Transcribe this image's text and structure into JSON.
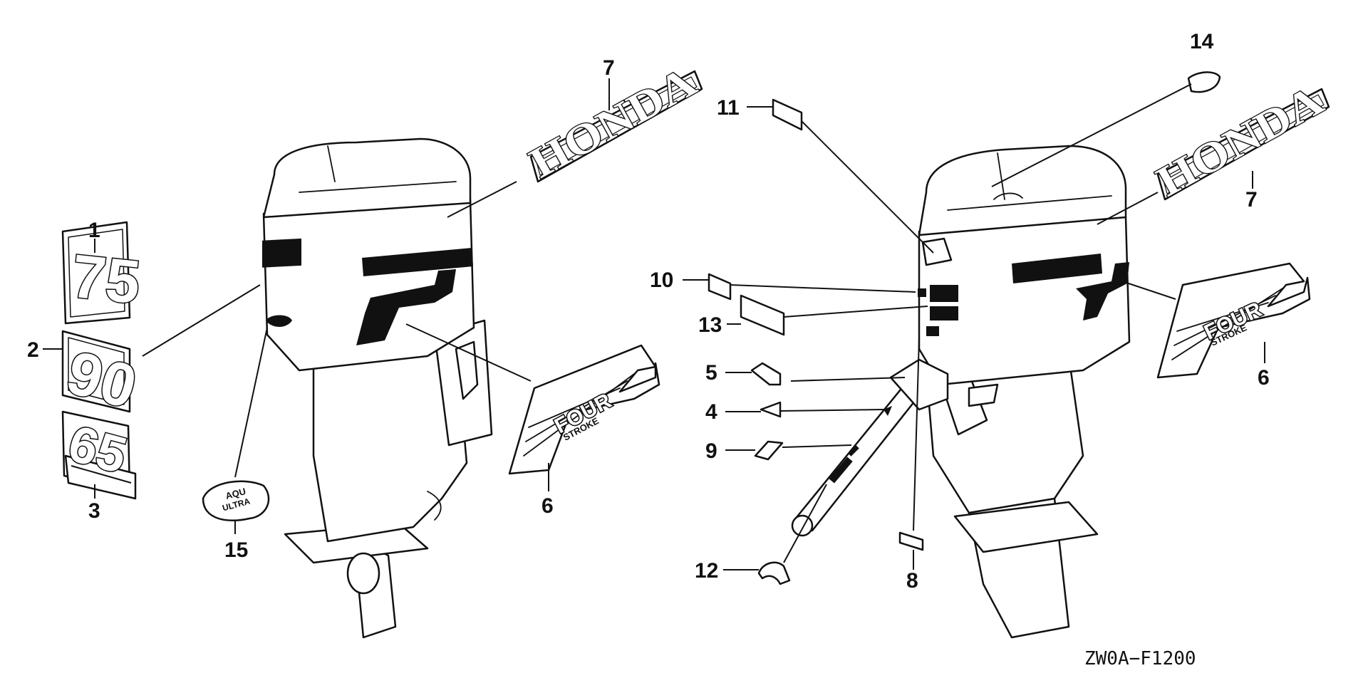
{
  "diagram": {
    "code": "ZW0A−F1200",
    "callouts": [
      "1",
      "2",
      "3",
      "4",
      "5",
      "6",
      "6",
      "7",
      "7",
      "8",
      "9",
      "10",
      "11",
      "12",
      "13",
      "14",
      "15"
    ],
    "emblems": {
      "honda": "HONDA",
      "hp75": "75",
      "hp90": "90",
      "hp65": "65",
      "four_top": "FOUR",
      "four_bottom": "STROKE",
      "aqua_top": "AQU",
      "aqua_bottom": "ULTRA"
    }
  }
}
